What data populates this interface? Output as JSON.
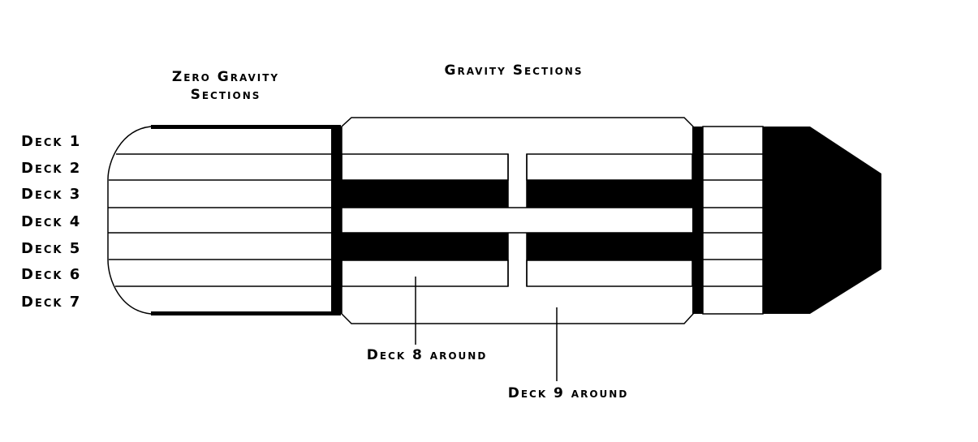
{
  "headings": {
    "zero_gravity_line1": "Zero Gravity",
    "zero_gravity_line2": "Sections",
    "gravity": "Gravity Sections"
  },
  "decks": [
    {
      "label": "Deck 1"
    },
    {
      "label": "Deck 2"
    },
    {
      "label": "Deck 3"
    },
    {
      "label": "Deck 4"
    },
    {
      "label": "Deck 5"
    },
    {
      "label": "Deck 6"
    },
    {
      "label": "Deck 7"
    }
  ],
  "callouts": {
    "deck8": "Deck 8 around",
    "deck9": "Deck 9 around"
  },
  "colors": {
    "ink": "#000000",
    "background": "#ffffff"
  }
}
